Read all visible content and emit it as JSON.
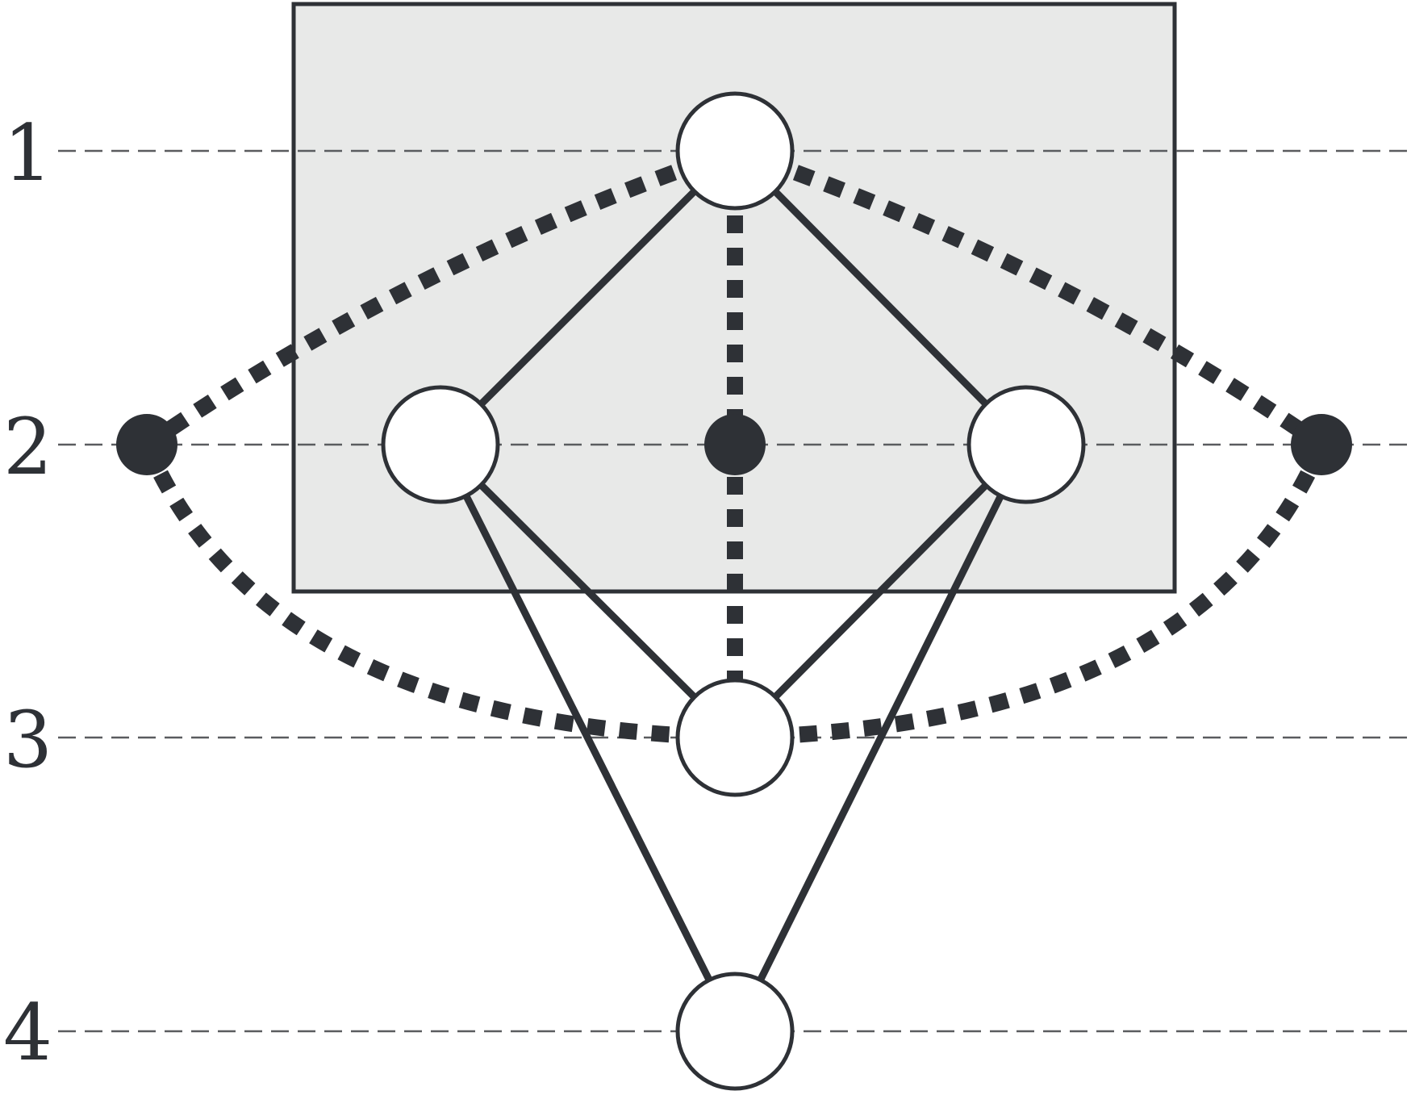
{
  "colors": {
    "ink": "#2e3136",
    "guide": "#5a5c5f",
    "region_fill": "#e8e9e8",
    "node_fill": "#ffffff"
  },
  "levels": [
    {
      "id": "level-1",
      "label": "1"
    },
    {
      "id": "level-2",
      "label": "2"
    },
    {
      "id": "level-3",
      "label": "3"
    },
    {
      "id": "level-4",
      "label": "4"
    }
  ],
  "nodes": [
    {
      "id": "top",
      "level": 1,
      "kind": "open"
    },
    {
      "id": "left",
      "level": 2,
      "kind": "open"
    },
    {
      "id": "center",
      "level": 2,
      "kind": "filled"
    },
    {
      "id": "right",
      "level": 2,
      "kind": "open"
    },
    {
      "id": "far-left",
      "level": 2,
      "kind": "filled"
    },
    {
      "id": "far-right",
      "level": 2,
      "kind": "filled"
    },
    {
      "id": "middle",
      "level": 3,
      "kind": "open"
    },
    {
      "id": "bottom",
      "level": 4,
      "kind": "open"
    }
  ],
  "edges": [
    {
      "from": "top",
      "to": "left",
      "style": "solid"
    },
    {
      "from": "top",
      "to": "right",
      "style": "solid"
    },
    {
      "from": "left",
      "to": "middle",
      "style": "solid"
    },
    {
      "from": "right",
      "to": "middle",
      "style": "solid"
    },
    {
      "from": "left",
      "to": "bottom",
      "style": "solid"
    },
    {
      "from": "right",
      "to": "bottom",
      "style": "solid"
    },
    {
      "from": "top",
      "to": "center",
      "style": "dotted"
    },
    {
      "from": "center",
      "to": "middle",
      "style": "dotted"
    },
    {
      "from": "top",
      "to": "far-left",
      "style": "dotted"
    },
    {
      "from": "top",
      "to": "far-right",
      "style": "dotted"
    },
    {
      "from": "far-left",
      "to": "middle",
      "style": "dotted"
    },
    {
      "from": "far-right",
      "to": "middle",
      "style": "dotted"
    }
  ]
}
